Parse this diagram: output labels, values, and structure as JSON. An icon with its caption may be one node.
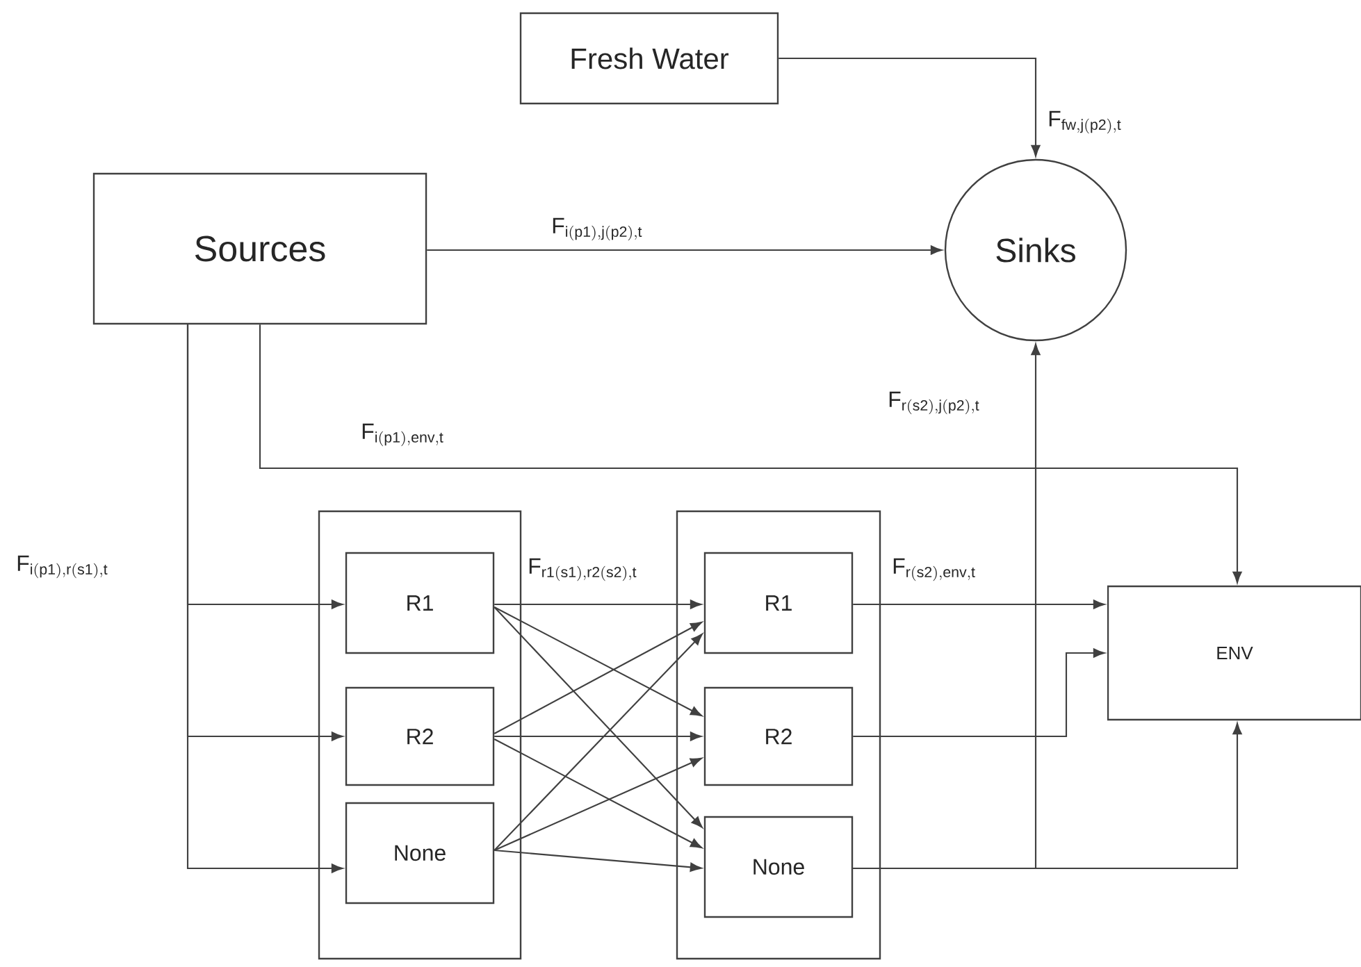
{
  "diagram": {
    "nodes": [
      {
        "text": [
          "Fresh Water"
        ]
      },
      {
        "text": [
          "Sources"
        ]
      },
      {
        "text": [
          "Sinks"
        ]
      },
      {
        "text": [],
        "shape": "box"
      },
      {
        "text": [
          "R1"
        ],
        "in": 3
      },
      {
        "text": [
          "R2"
        ],
        "in": 3
      },
      {
        "text": [
          "None"
        ],
        "in": 3
      },
      {
        "text": [],
        "shape": "box"
      },
      {
        "text": [
          "R1"
        ],
        "in": 7
      },
      {
        "text": [
          "R2"
        ],
        "in": 7
      },
      {
        "text": [
          "None"
        ],
        "in": 7
      },
      {
        "text": [
          "ENV"
        ]
      }
    ],
    "edges": [
      {
        "from": 0,
        "to": 2,
        "arrow": "to",
        "label": "\\mathrm{F}_{\\mathrm{fw,j(p2),t}}"
      },
      {
        "from": 1,
        "to": 2,
        "arrow": "to",
        "label": "\\mathrm{F}_{\\mathrm{i(p1),j(p2),t}}"
      },
      {
        "from": 1,
        "to": 11,
        "arrow": "to",
        "label": "\\mathrm{F}_{\\mathrm{i(p1),env,t}}"
      },
      {
        "from": 1,
        "to": 4,
        "arrow": "to",
        "label": "\\mathrm{F}_{\\mathrm{i(p1),r(s1),t}}"
      },
      {
        "from": 1,
        "to": 5,
        "arrow": "to"
      },
      {
        "from": 1,
        "to": 6,
        "arrow": "to"
      },
      {
        "from": 4,
        "to": 8,
        "arrow": "to",
        "label": "\\mathrm{F}_{\\mathrm{r1(s1),r2(s2),t}}"
      },
      {
        "from": 4,
        "to": 9,
        "arrow": "to"
      },
      {
        "from": 4,
        "to": 10,
        "arrow": "to"
      },
      {
        "from": 5,
        "to": 8,
        "arrow": "to"
      },
      {
        "from": 5,
        "to": 9,
        "arrow": "to"
      },
      {
        "from": 5,
        "to": 10,
        "arrow": "to"
      },
      {
        "from": 6,
        "to": 8,
        "arrow": "to"
      },
      {
        "from": 6,
        "to": 9,
        "arrow": "to"
      },
      {
        "from": 6,
        "to": 10,
        "arrow": "to"
      },
      {
        "from": 8,
        "to": 11,
        "arrow": "to",
        "label": "\\mathrm{F}_{\\mathrm{r(s2),env,t}}"
      },
      {
        "from": 9,
        "to": 11,
        "arrow": "to"
      },
      {
        "from": 10,
        "to": 2,
        "arrow": "to",
        "label": "\\mathrm{F}_{\\mathrm{r(s2),j(p2),t}}"
      },
      {
        "from": 10,
        "to": 11,
        "arrow": "to"
      }
    ]
  }
}
